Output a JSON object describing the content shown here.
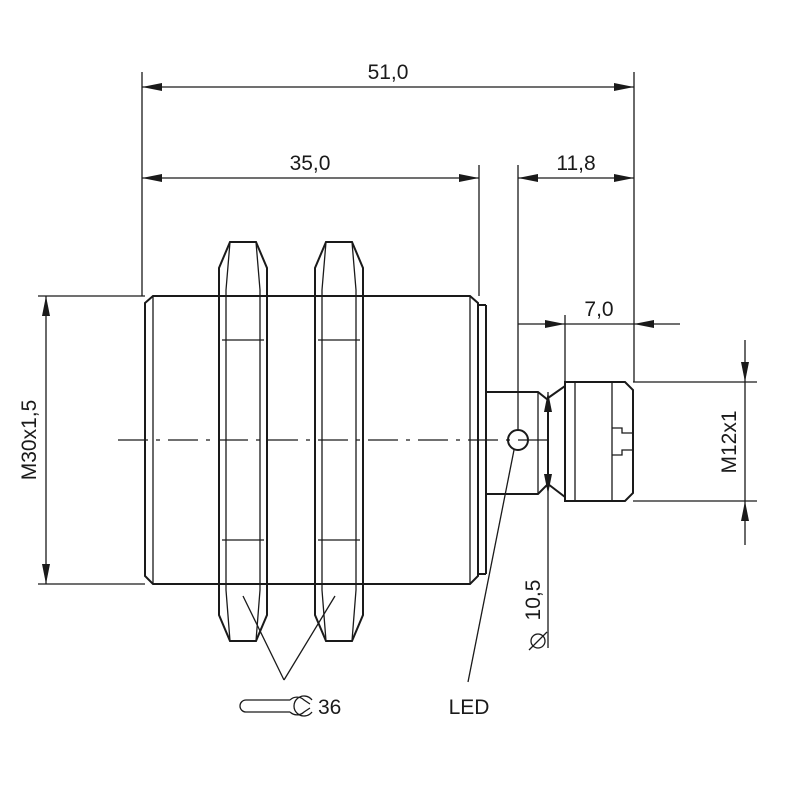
{
  "dimensions": {
    "overall_length": "51,0",
    "body_length": "35,0",
    "connector_length": "11,8",
    "connector_thread_length": "7,0",
    "body_thread": "M30x1,5",
    "connector_thread": "M12x1",
    "neck_diameter": "10,5"
  },
  "callouts": {
    "led": "LED",
    "wrench_size": "36"
  },
  "colors": {
    "line": "#1a1a1a",
    "background": "#ffffff"
  }
}
